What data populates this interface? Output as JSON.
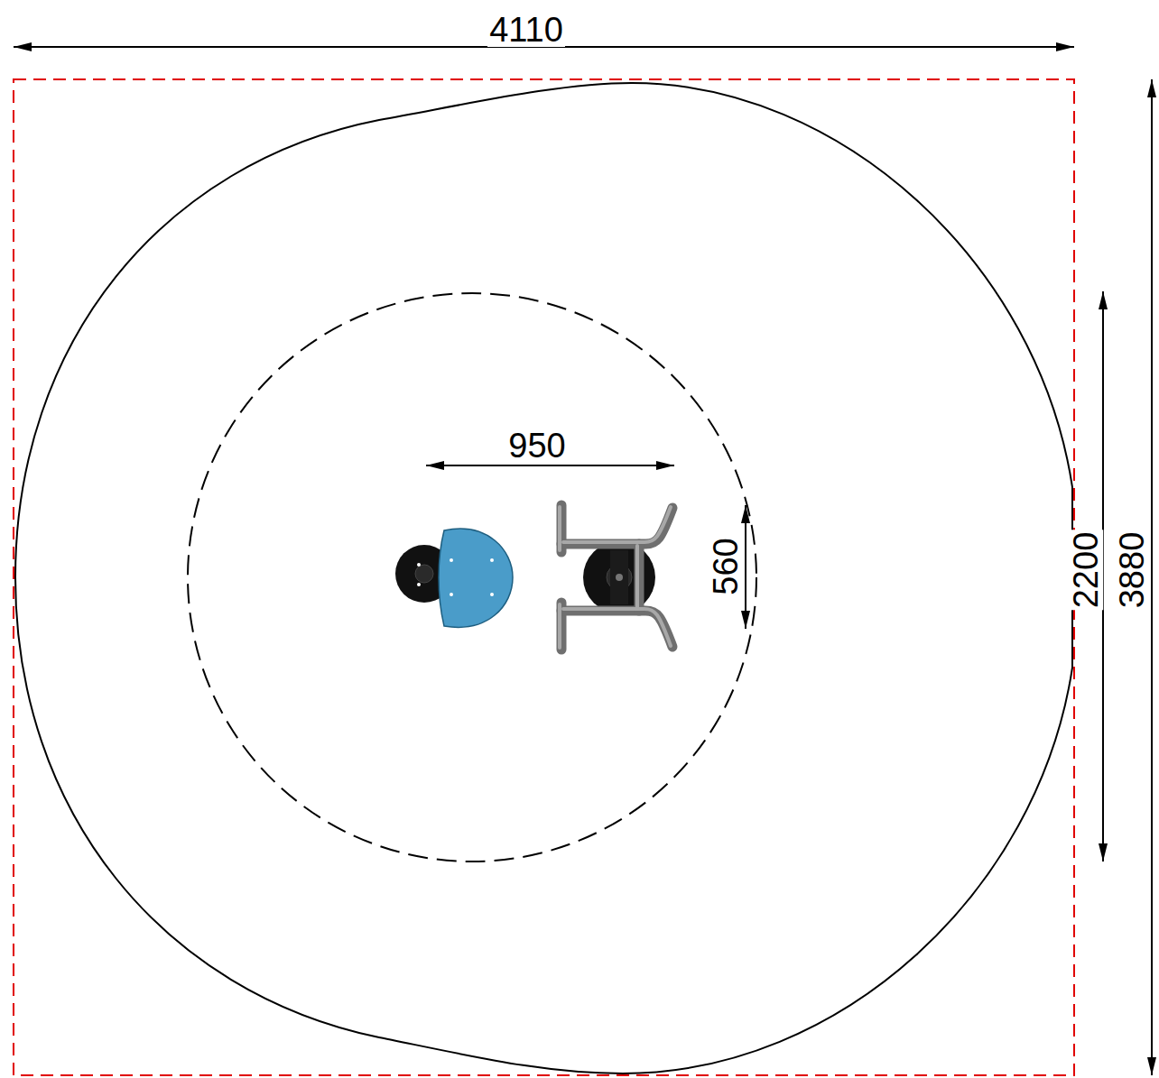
{
  "diagram": {
    "labels": [
      "4110",
      "950",
      "560",
      "2200",
      "3880"
    ]
  }
}
